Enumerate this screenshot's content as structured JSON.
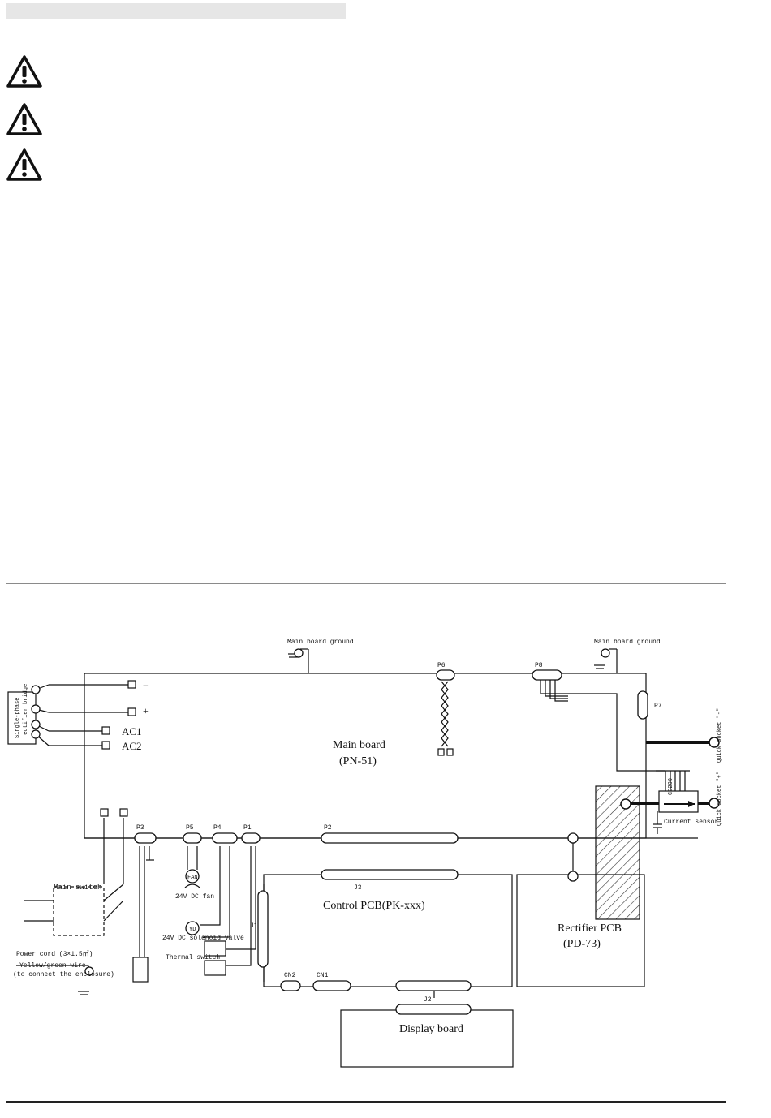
{
  "labels": {
    "main_board_ground_left": "Main board ground",
    "main_board_ground_right": "Main board ground",
    "minus": "−",
    "plus": "+",
    "ac1": "AC1",
    "ac2": "AC2",
    "bridge_line1": "Single-phase",
    "bridge_line2": "rectifier bridge",
    "main_board": "Main board",
    "main_board_model": "(PN-51)",
    "p1": "P1",
    "p2": "P2",
    "p3": "P3",
    "p4": "P4",
    "p5": "P5",
    "p6": "P6",
    "p7": "P7",
    "p8": "P8",
    "j1": "J1",
    "j2": "J2",
    "j3": "J3",
    "cn1": "CN1",
    "cn2": "CN2",
    "main_switch": "Main switch",
    "fan": "FAN",
    "fan_caption": "24V DC fan",
    "valve": "YD",
    "valve_caption": "24V DC solenoid valve",
    "thermal_switch": "Thermal switch",
    "power_cord": "Power cord (3×1.5㎡)",
    "yg_wire_1": "Yellow/green wire",
    "yg_wire_2": "(to connect the enclosure)",
    "control_pcb": "Control PCB(PK-xxx)",
    "rectifier_pcb": "Rectifier PCB",
    "rectifier_pcb_model": "(PD-73)",
    "display_board": "Display board",
    "current_sensor": "Current sensor",
    "cs_code": "CS200",
    "quick_socket_minus": "Quick socket \"-\"",
    "quick_socket_plus": "Quick socket \"+\""
  },
  "icons": {
    "warning": "warning-triangle-icon"
  }
}
